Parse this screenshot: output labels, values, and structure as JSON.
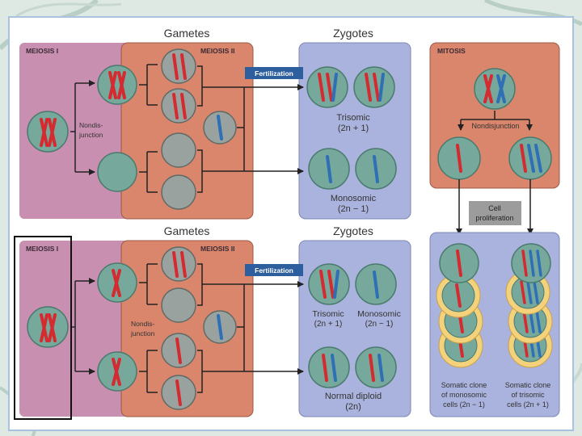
{
  "colors": {
    "meiosis1_panel": "#c98fb1",
    "meiosis2_panel": "#d9866c",
    "zygote_panel": "#aab3dd",
    "mitosis_panel": "#d9866c",
    "clone_panel": "#aab3dd",
    "cell": "#76a89c",
    "empty_cell": "#9aa29f",
    "maternal_chromosome": "#d42a30",
    "paternal_chromosome": "#2e6fb6",
    "fertilization_badge": "#2d5f9e",
    "halo": "#f4d27c"
  },
  "top": {
    "gametes_header": "Gametes",
    "zygotes_header": "Zygotes",
    "meiosis1_label": "MEIOSIS I",
    "meiosis2_label": "MEIOSIS II",
    "nondisjunction_line1": "Nondis-",
    "nondisjunction_line2": "junction",
    "fertilization_label": "Fertilization",
    "trisomic_label": "Trisomic",
    "trisomic_formula": "(2n + 1)",
    "monosomic_label": "Monosomic",
    "monosomic_formula": "(2n − 1)"
  },
  "bottom": {
    "gametes_header": "Gametes",
    "zygotes_header": "Zygotes",
    "meiosis1_label": "MEIOSIS I",
    "meiosis2_label": "MEIOSIS II",
    "nondisjunction_line1": "Nondis-",
    "nondisjunction_line2": "junction",
    "fertilization_label": "Fertilization",
    "trisomic_label": "Trisomic",
    "trisomic_formula": "(2n + 1)",
    "monosomic_label": "Monosomic",
    "monosomic_formula": "(2n − 1)",
    "normal_label": "Normal diploid",
    "normal_formula": "(2n)"
  },
  "mitosis": {
    "label": "MITOSIS",
    "nondisjunction": "Nondisjunction",
    "proliferation_line1": "Cell",
    "proliferation_line2": "proliferation",
    "clone_monosomic_line1": "Somatic clone",
    "clone_monosomic_line2": "of monosomic",
    "clone_monosomic_line3": "cells (2n − 1)",
    "clone_trisomic_line1": "Somatic clone",
    "clone_trisomic_line2": "of trisomic",
    "clone_trisomic_line3": "cells (2n + 1)"
  }
}
